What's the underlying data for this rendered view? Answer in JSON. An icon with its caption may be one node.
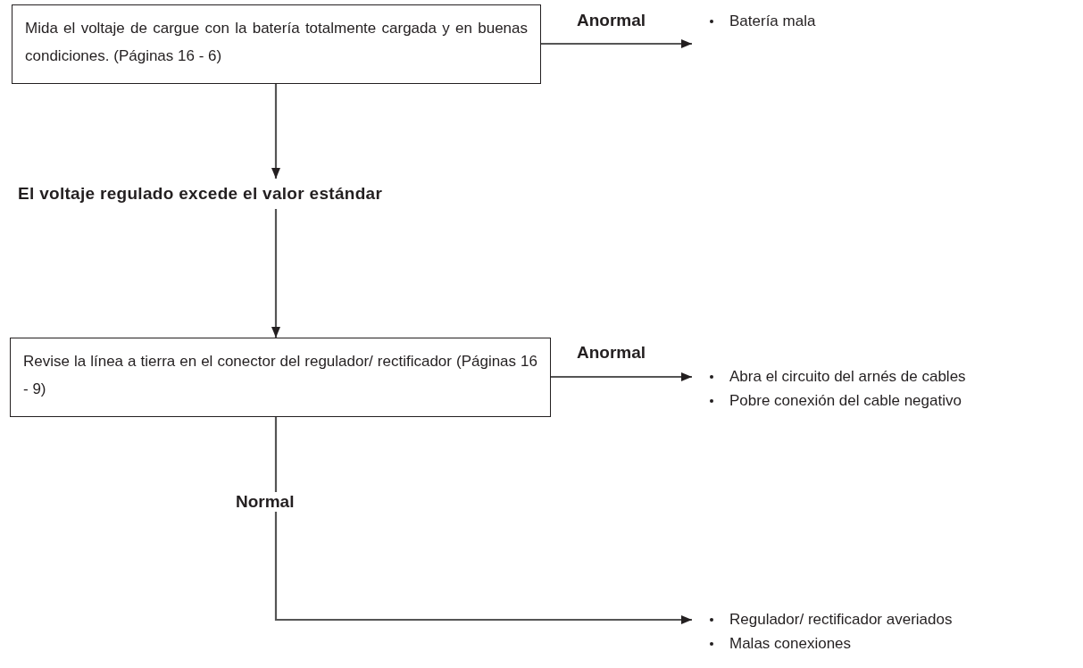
{
  "diagram": {
    "nodes": [
      {
        "text": [
          "Mida el voltaje de cargue con la batería totalmente cargada y en buenas condiciones. (Páginas 16 - 6)"
        ]
      },
      {
        "text": [
          "Batería mala"
        ]
      },
      {
        "text": [
          "El voltaje regulado excede el valor estándar"
        ]
      },
      {
        "text": [
          "Revise la línea a tierra en el conector del regulador/ rectificador (Páginas 16 - 9)"
        ]
      },
      {
        "text": [
          "Abra el circuito del arnés de cables",
          "Pobre conexión del cable negativo"
        ]
      },
      {
        "text": [
          "Regulador/ rectificador averiados",
          "Malas conexiones"
        ]
      }
    ],
    "edges": [
      {
        "from": 0,
        "to": 1,
        "arrow": "to",
        "label": "Anormal"
      },
      {
        "from": 0,
        "to": 2,
        "arrow": "to"
      },
      {
        "from": 2,
        "to": 3,
        "arrow": "to"
      },
      {
        "from": 3,
        "to": 4,
        "arrow": "to",
        "label": "Anormal"
      },
      {
        "from": 3,
        "to": 5,
        "arrow": "to",
        "label": "Normal"
      }
    ]
  }
}
